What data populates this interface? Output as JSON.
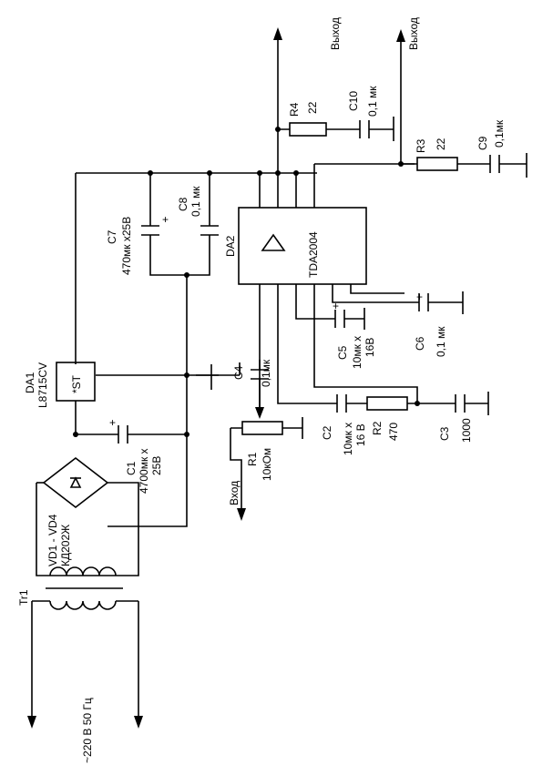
{
  "labels": {
    "out_left": "Выход",
    "out_right": "Выход",
    "in": "Вход",
    "mains": "~220 В 50 Гц",
    "tr": "Tr1",
    "bridge_ref": "VD1 - VD4",
    "bridge_type": "КД202Ж",
    "da1_ref": "DA1",
    "da1_type": "L8715CV",
    "da1_pin": "*ST",
    "da2_ref": "DA2",
    "da2_type": "TDA2004",
    "c1_ref": "C1",
    "c1_val1": "4700мк x",
    "c1_val2": "25В",
    "c7_ref": "C7",
    "c7_val": "470мк x25В",
    "c8_ref": "C8",
    "c8_val": "0,1 мк",
    "c4_ref": "C4",
    "c4_val": "0,1мк",
    "r1_ref": "R1",
    "r1_val": "10кОм",
    "c2_ref": "C2",
    "c2_val1": "10мк x",
    "c2_val2": "16 В",
    "r2_ref": "R2",
    "r2_val": "470",
    "c3_ref": "C3",
    "c3_val": "1000",
    "c5_ref": "C5",
    "c5_val1": "10мк x",
    "c5_val2": "16В",
    "c6_ref": "C6",
    "c6_val": "0,1 мк",
    "r4_ref": "R4",
    "r4_val": "22",
    "c10_ref": "C10",
    "c10_val": "0,1 мк",
    "r3_ref": "R3",
    "r3_val": "22",
    "c9_ref": "C9",
    "c9_val": "0,1мк"
  }
}
